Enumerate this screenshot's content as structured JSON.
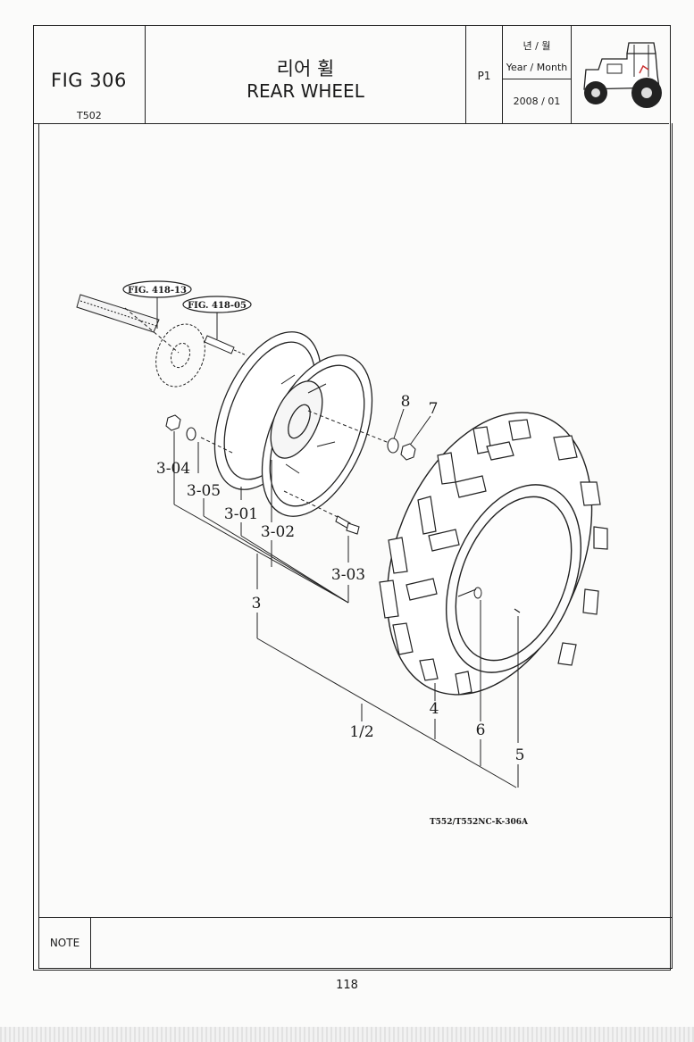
{
  "header": {
    "fig_no": "FIG 306",
    "model": "T502",
    "title_ko": "리어 휠",
    "title_en": "REAR WHEEL",
    "page": "P1",
    "date_label_ko": "년 / 월",
    "date_label_en": "Year / Month",
    "date_value": "2008 / 01"
  },
  "diagram": {
    "refs": [
      "FIG. 418-13",
      "FIG. 418-05"
    ],
    "labels": {
      "l8": "8",
      "l7": "7",
      "l304": "3-04",
      "l305": "3-05",
      "l301": "3-01",
      "l302": "3-02",
      "l303": "3-03",
      "l3": "3",
      "l4": "4",
      "l12": "1/2",
      "l6": "6",
      "l5": "5"
    },
    "drawing_no": "T552/T552NC-K-306A"
  },
  "footer": {
    "note_label": "NOTE",
    "page_number": "118"
  }
}
